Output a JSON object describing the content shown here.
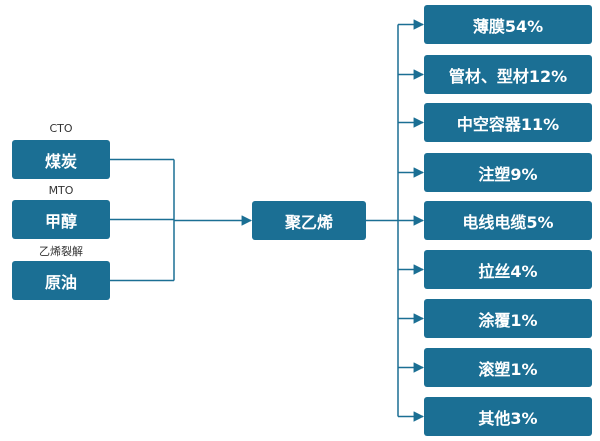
{
  "colors": {
    "node_fill": "#1b6f94",
    "node_text": "#ffffff",
    "line": "#1b6f94",
    "tag_text": "#333333"
  },
  "diagram": {
    "sources": [
      {
        "process": "CTO",
        "label": "煤炭"
      },
      {
        "process": "MTO",
        "label": "甲醇"
      },
      {
        "process": "乙烯裂解",
        "label": "原油"
      }
    ],
    "center": "聚乙烯",
    "uses": [
      "薄膜54%",
      "管材、型材12%",
      "中空容器11%",
      "注塑9%",
      "电线电缆5%",
      "拉丝4%",
      "涂覆1%",
      "滚塑1%",
      "其他3%"
    ]
  }
}
